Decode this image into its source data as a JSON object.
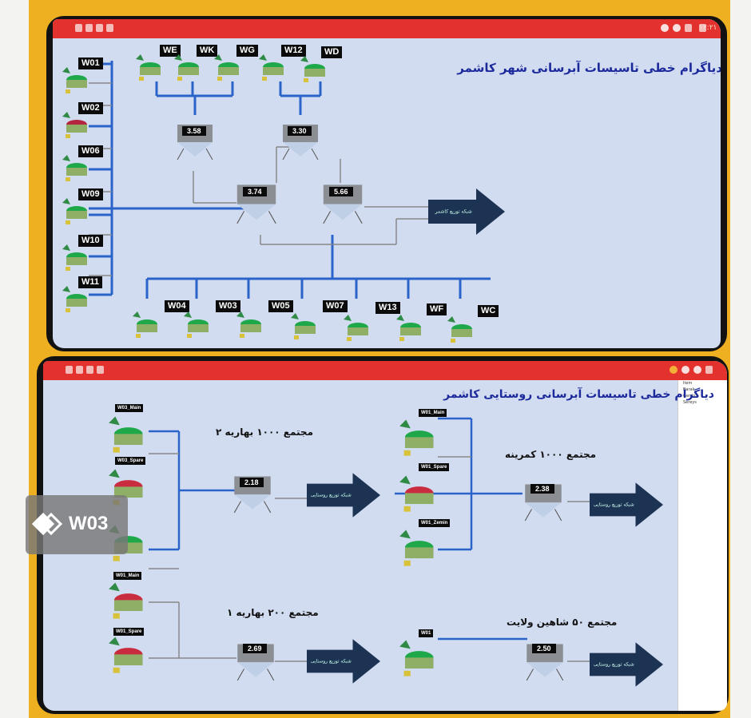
{
  "top_panel": {
    "title": "دیاگرام خطی تاسیسات آبرسانی شهر کاشمر",
    "top_wells": [
      "WE",
      "WK",
      "WG",
      "W12",
      "WD"
    ],
    "left_wells": [
      "W01",
      "W02",
      "W06",
      "W09",
      "W10",
      "W11"
    ],
    "bottom_wells": [
      "W04",
      "W03",
      "W05",
      "W07",
      "W13",
      "WF",
      "WC"
    ],
    "tanks": [
      "3.58",
      "3.30",
      "3.74",
      "5.66"
    ],
    "arrow_label": "شبکه توزیع کاشمر"
  },
  "bottom_panel": {
    "title": "دیاگرام خطی تاسیسات آبرسانی روستایی کاشمر",
    "complex_1": "مجتمع ۱۰۰۰ بهاریه ۲",
    "complex_2": "مجتمع ۱۰۰۰ کمرینه",
    "complex_3": "مجتمع ۲۰۰ بهاریه ۱",
    "complex_4": "مجتمع ۵۰ شاهین ولایت",
    "wells_a": [
      "W03_Main",
      "W03_Spare"
    ],
    "wells_b": [
      "W01_Main",
      "W01_Spare",
      "W01_Zemin"
    ],
    "wells_c": [
      "W01_Main",
      "W01_Spare"
    ],
    "wells_d": [
      "W01"
    ],
    "tanks": [
      "2.18",
      "2.38",
      "2.69",
      "2.50"
    ],
    "arrow_label": "شبکه توزیع روستایی"
  },
  "floating_button": {
    "label": "W03"
  },
  "sidebar_items": [
    "Item",
    "Barak",
    "Gerdo",
    "Sereys"
  ]
}
